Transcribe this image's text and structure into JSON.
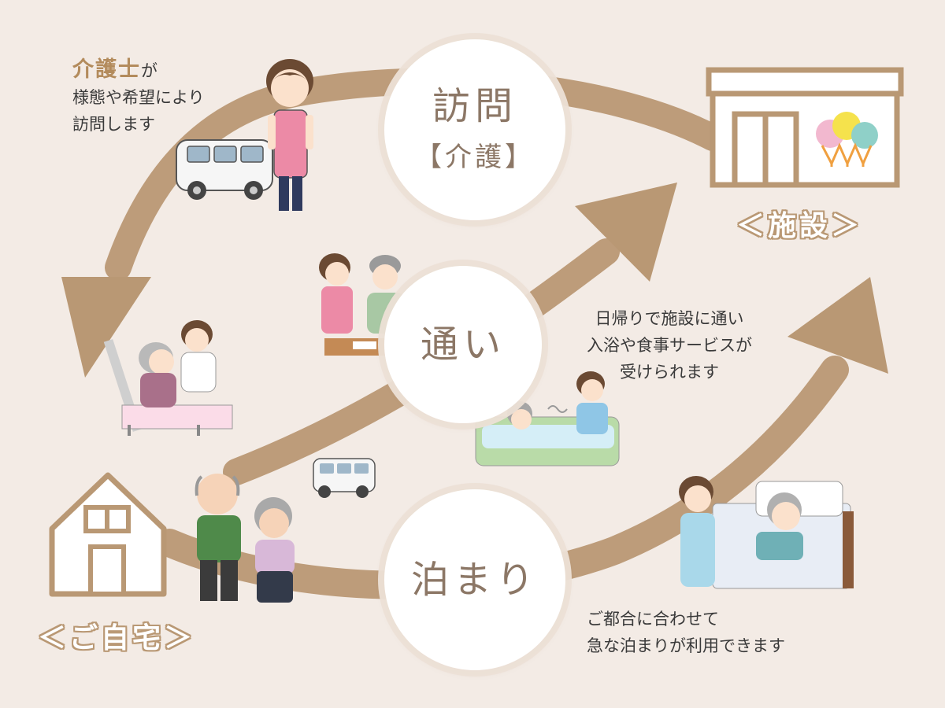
{
  "colors": {
    "background": "#f3ebe5",
    "arrow": "#b99874",
    "building_line": "#b99874",
    "circle_text": "#8c7766",
    "accent_text": "#b38b5c"
  },
  "circles": {
    "visit": {
      "main": "訪問",
      "sub": "【介護】"
    },
    "day": {
      "main": "通い"
    },
    "stay": {
      "main": "泊まり"
    }
  },
  "places": {
    "facility": "＜施設＞",
    "home": "＜ご自宅＞"
  },
  "descriptions": {
    "visit": {
      "accent": "介護士",
      "line1_rest": "が",
      "line2": "様態や希望により",
      "line3": "訪問します"
    },
    "day": {
      "line1": "日帰りで施設に通い",
      "line2": "入浴や食事サービスが",
      "line3": "受けられます"
    },
    "stay": {
      "line1": "ご都合に合わせて",
      "line2": "急な泊まりが利用できます"
    }
  },
  "illustrations": {
    "caregiver_with_car": "caregiver-with-van",
    "bed_care": "bed-care-scene",
    "meal_assist": "meal-assistance-scene",
    "bathing": "bathing-scene",
    "elderly_couple": "elderly-couple",
    "small_van": "small-van",
    "overnight_bed": "overnight-bed-scene"
  }
}
